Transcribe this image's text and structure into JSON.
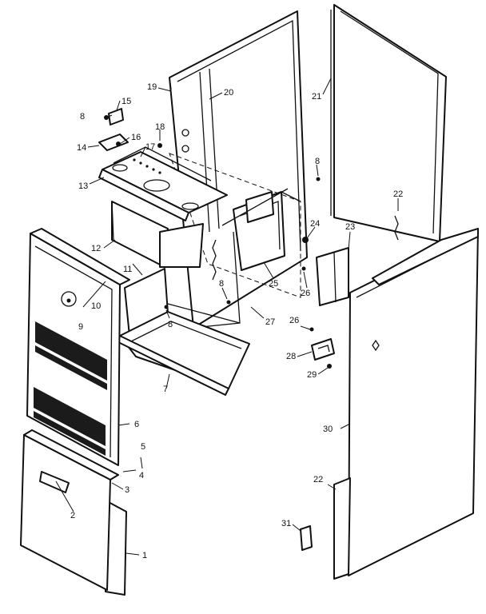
{
  "diagram": {
    "callouts": [
      {
        "id": "c1",
        "text": "1"
      },
      {
        "id": "c2",
        "text": "2"
      },
      {
        "id": "c3",
        "text": "3"
      },
      {
        "id": "c4",
        "text": "4"
      },
      {
        "id": "c5",
        "text": "5"
      },
      {
        "id": "c6",
        "text": "6"
      },
      {
        "id": "c7",
        "text": "7"
      },
      {
        "id": "c8a",
        "text": "8"
      },
      {
        "id": "c8b",
        "text": "8"
      },
      {
        "id": "c8c",
        "text": "8"
      },
      {
        "id": "c8d",
        "text": "8"
      },
      {
        "id": "c9",
        "text": "9"
      },
      {
        "id": "c10",
        "text": "10"
      },
      {
        "id": "c11",
        "text": "11"
      },
      {
        "id": "c12",
        "text": "12"
      },
      {
        "id": "c13",
        "text": "13"
      },
      {
        "id": "c14",
        "text": "14"
      },
      {
        "id": "c15",
        "text": "15"
      },
      {
        "id": "c16",
        "text": "16"
      },
      {
        "id": "c17",
        "text": "17"
      },
      {
        "id": "c18",
        "text": "18"
      },
      {
        "id": "c19",
        "text": "19"
      },
      {
        "id": "c20",
        "text": "20"
      },
      {
        "id": "c21",
        "text": "21"
      },
      {
        "id": "c22a",
        "text": "22"
      },
      {
        "id": "c22b",
        "text": "22"
      },
      {
        "id": "c23",
        "text": "23"
      },
      {
        "id": "c24",
        "text": "24"
      },
      {
        "id": "c25",
        "text": "25"
      },
      {
        "id": "c26a",
        "text": "26"
      },
      {
        "id": "c26b",
        "text": "26"
      },
      {
        "id": "c27",
        "text": "27"
      },
      {
        "id": "c28",
        "text": "28"
      },
      {
        "id": "c29",
        "text": "29"
      },
      {
        "id": "c30",
        "text": "30"
      },
      {
        "id": "c31",
        "text": "31"
      }
    ]
  }
}
